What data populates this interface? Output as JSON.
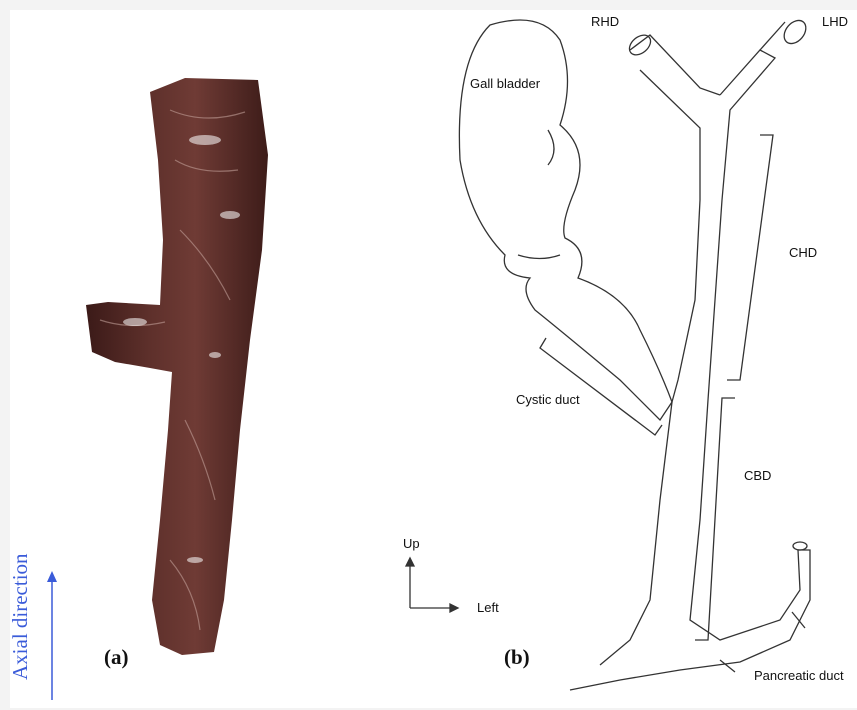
{
  "panels": {
    "a": {
      "label": "(a)"
    },
    "b": {
      "label": "(b)"
    }
  },
  "axis": {
    "label": "Axial direction",
    "color": "#3a5bd9"
  },
  "compass": {
    "up": "Up",
    "left": "Left"
  },
  "anatomy": {
    "gall_bladder": "Gall bladder",
    "rhd": "RHD",
    "lhd": "LHD",
    "chd": "CHD",
    "cbd": "CBD",
    "cystic_duct": "Cystic duct",
    "pancreatic_duct": "Pancreatic duct"
  },
  "colors": {
    "tissue": "#4a2320",
    "tissue_light": "#6b3a35",
    "outline": "#333333"
  }
}
